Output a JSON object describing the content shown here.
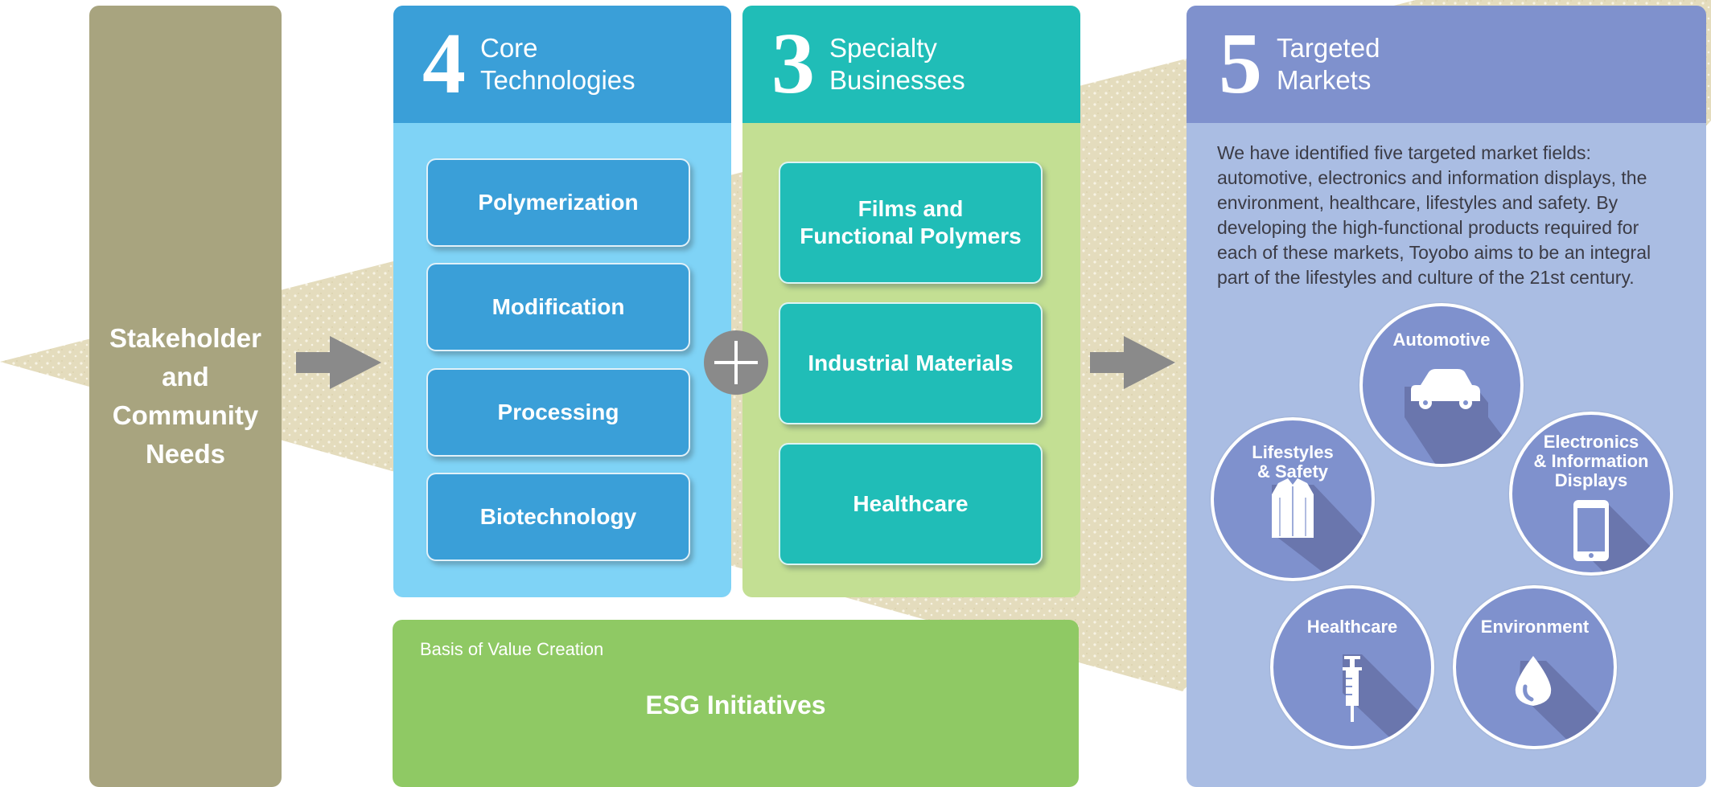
{
  "stakeholder": {
    "label": "Stakeholder\nand\nCommunity\nNeeds"
  },
  "core": {
    "number": "4",
    "title": "Core\nTechnologies",
    "items": [
      "Polymerization",
      "Modification",
      "Processing",
      "Biotechnology"
    ]
  },
  "specialty": {
    "number": "3",
    "title": "Specialty\nBusinesses",
    "items": [
      "Films and\nFunctional Polymers",
      "Industrial Materials",
      "Healthcare"
    ]
  },
  "markets": {
    "number": "5",
    "title": "Targeted\nMarkets",
    "description": "We have identified five targeted market fields: automotive, electronics and information displays, the environment, healthcare, lifestyles and safety. By developing the high-functional products required for each of these markets, Toyobo aims to be an integral part of the lifestyles and culture of the 21st century.",
    "fields": [
      {
        "label": "Automotive",
        "icon": "car-icon"
      },
      {
        "label": "Electronics\n& Information\nDisplays",
        "icon": "smartphone-icon"
      },
      {
        "label": "Lifestyles\n& Safety",
        "icon": "shirt-icon"
      },
      {
        "label": "Healthcare",
        "icon": "syringe-icon"
      },
      {
        "label": "Environment",
        "icon": "water-drop-icon"
      }
    ]
  },
  "esg": {
    "subtitle": "Basis of Value Creation",
    "title": "ESG Initiatives"
  },
  "colors": {
    "stakeholder": "#a8a47f",
    "core_header": "#3a9fd8",
    "core_body": "#7fd3f6",
    "specialty_header": "#20bdb7",
    "specialty_body": "#c3df93",
    "markets_header": "#7f91cd",
    "markets_body": "#aabde3",
    "esg": "#8fc964",
    "arrow": "#8a8a8a",
    "band": "#e6dfc4"
  }
}
